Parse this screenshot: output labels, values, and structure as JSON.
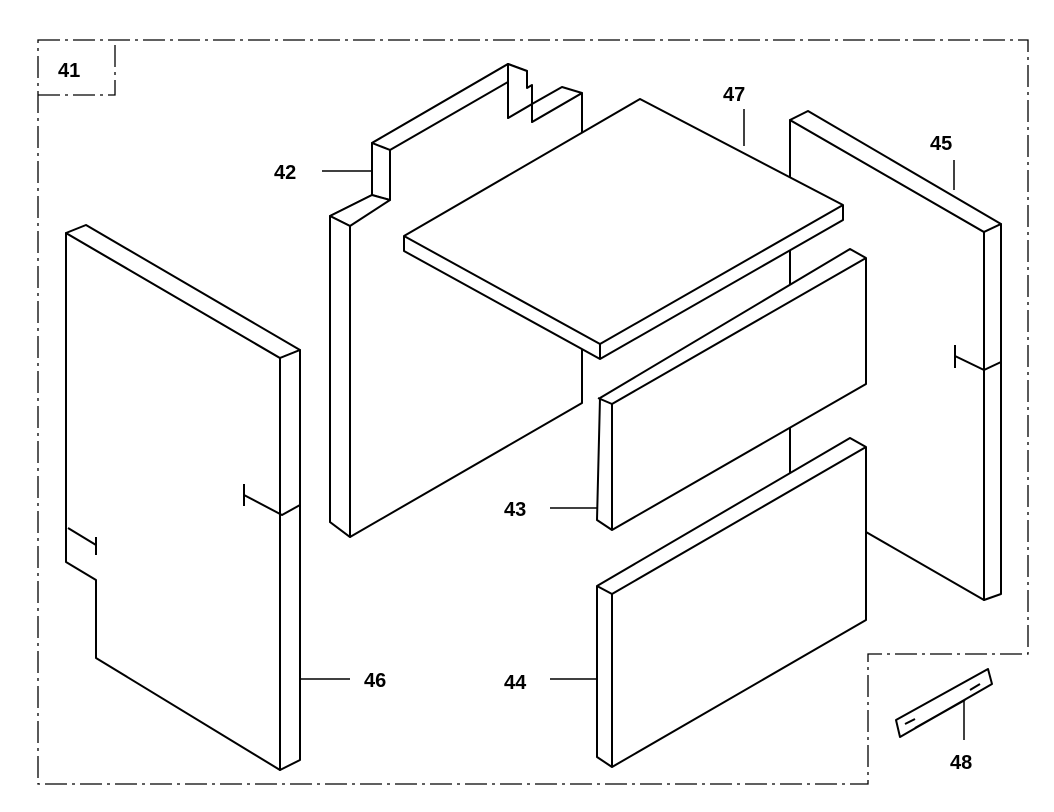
{
  "callouts": {
    "assembly": "41",
    "side_panel_notched": "42",
    "middle_panel": "43",
    "front_panel": "44",
    "rear_side_panel": "45",
    "left_side_panel": "46",
    "top_panel": "47",
    "clip": "48"
  },
  "colors": {
    "line": "#000000",
    "background": "#ffffff"
  }
}
